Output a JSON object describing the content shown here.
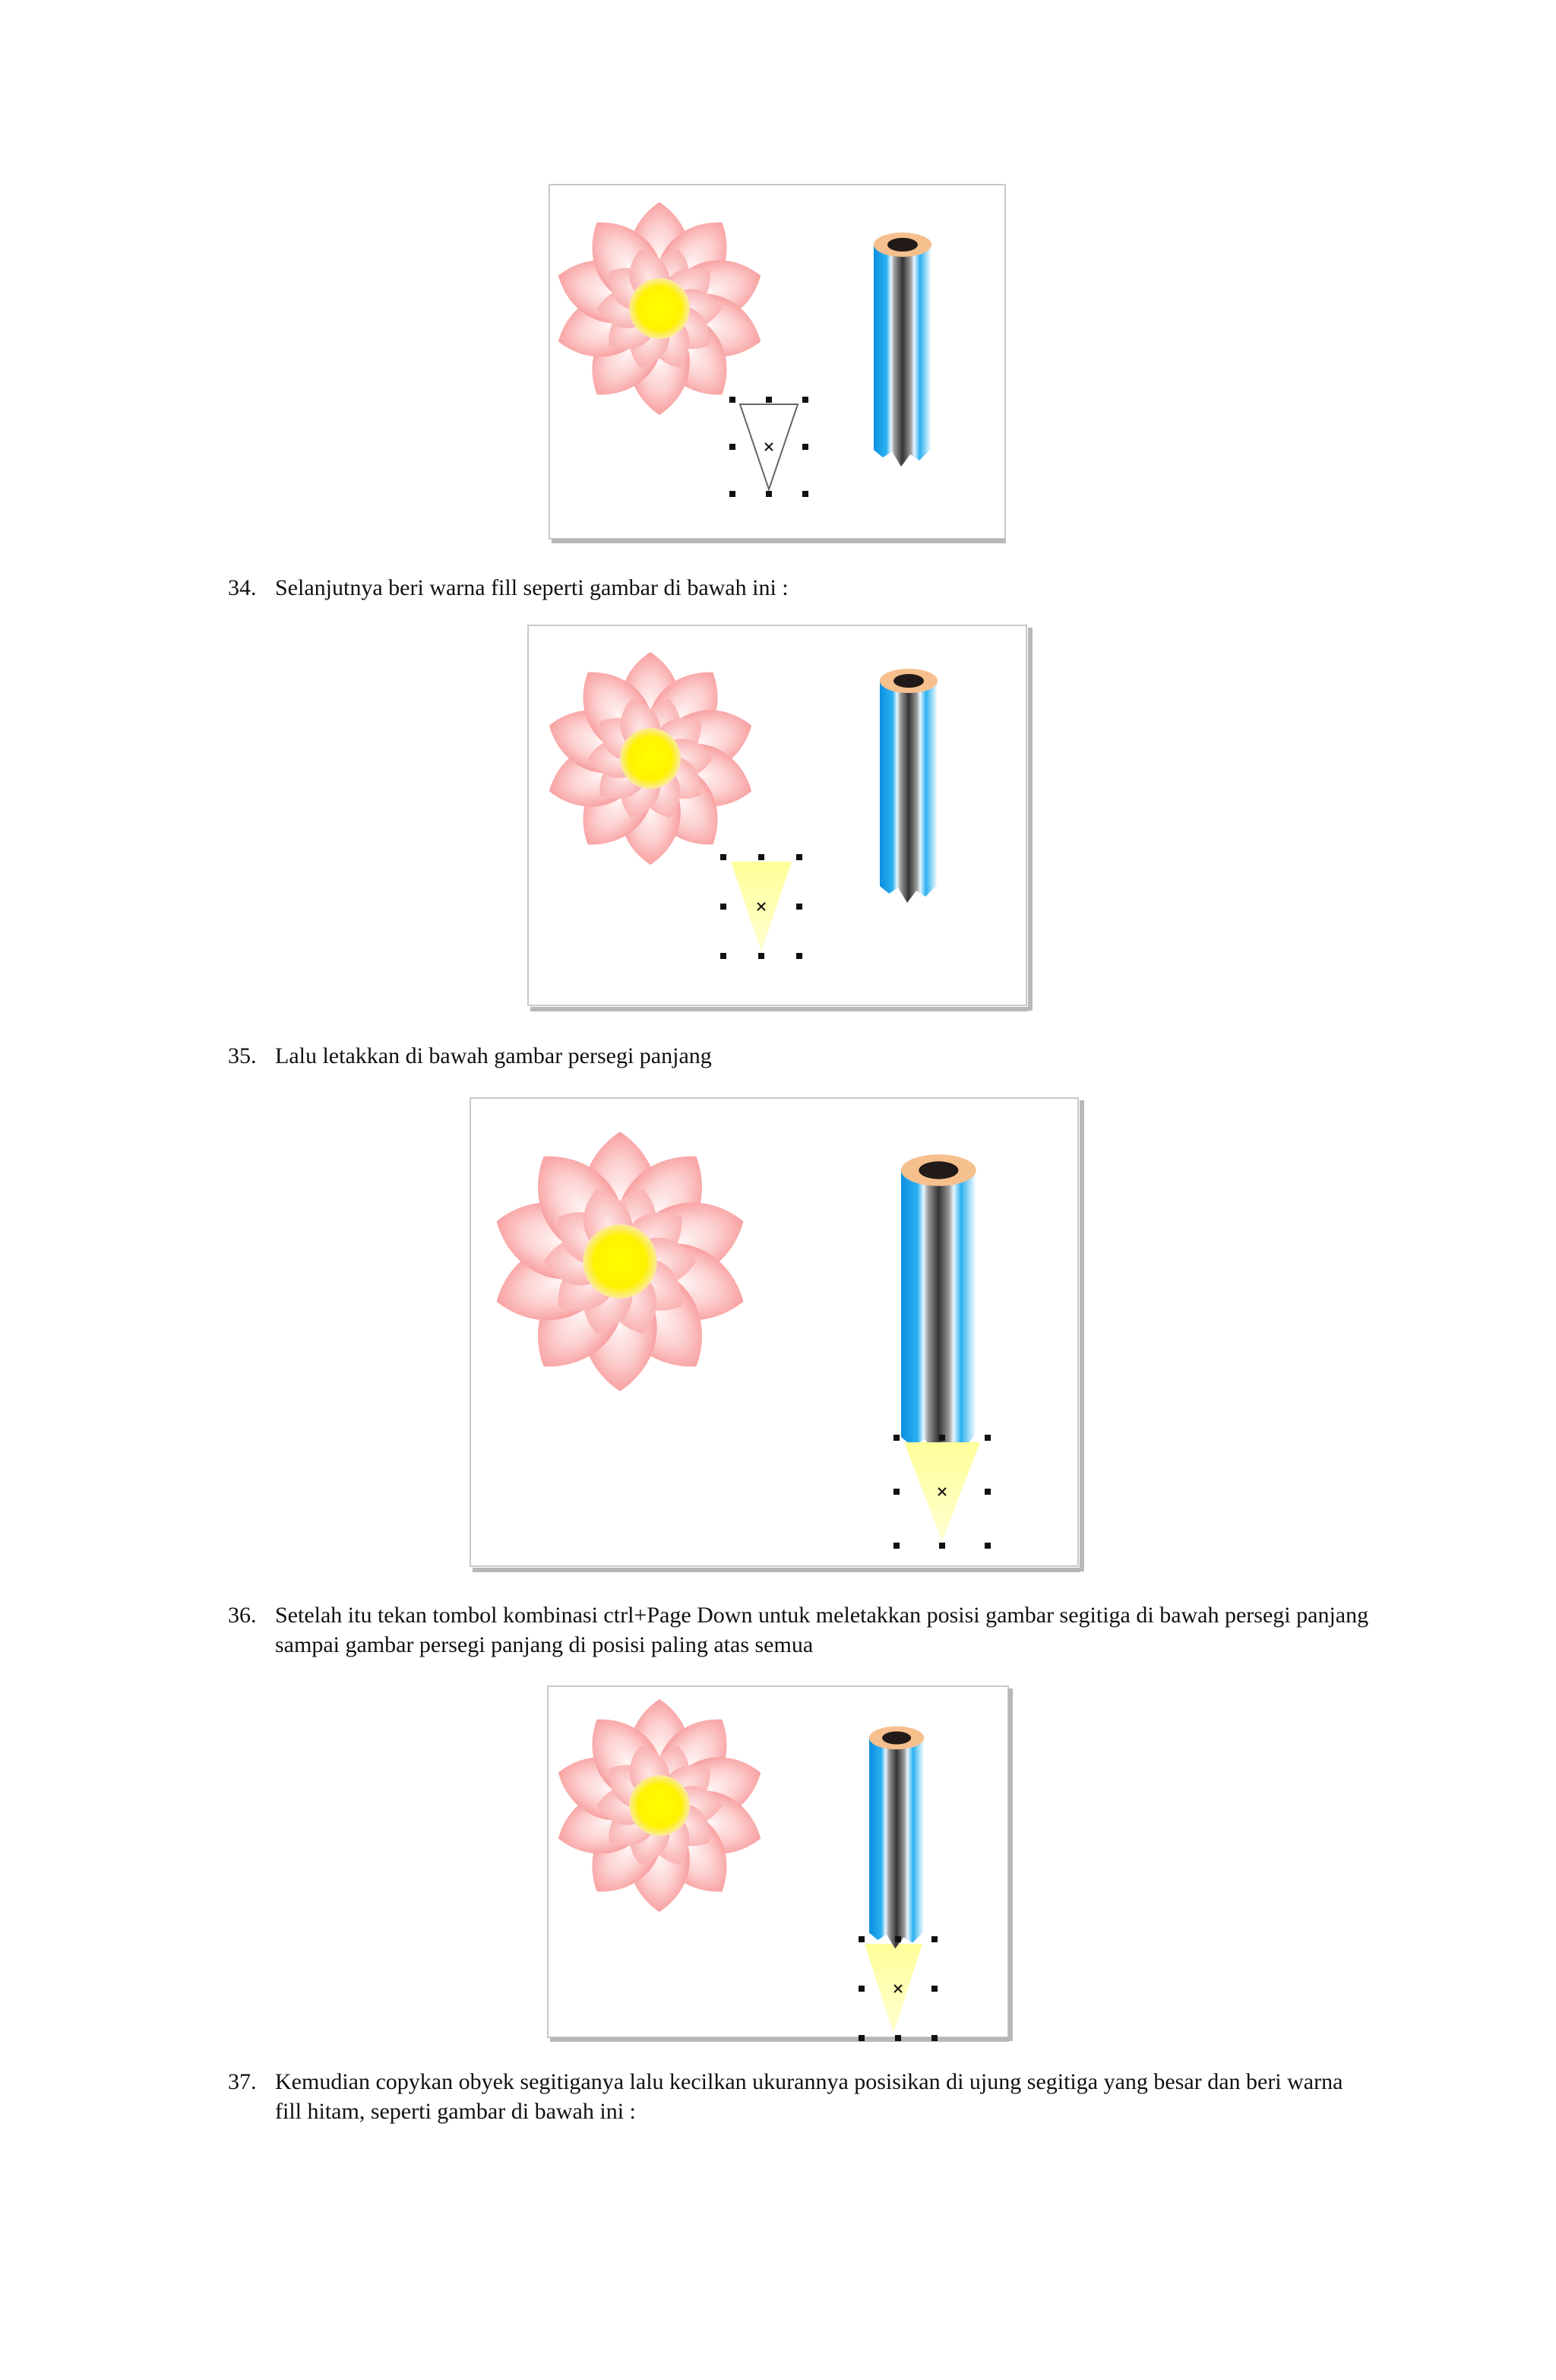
{
  "steps": [
    {
      "number": "34.",
      "text": "Selanjutnya beri warna fill seperti gambar di bawah ini :"
    },
    {
      "number": "35.",
      "text": "Lalu letakkan di bawah gambar persegi panjang"
    },
    {
      "number": "36.",
      "text": "Setelah itu tekan tombol kombinasi ctrl+Page Down untuk meletakkan posisi gambar segitiga di bawah persegi panjang sampai gambar persegi panjang di posisi paling atas semua"
    },
    {
      "number": "37.",
      "text": "Kemudian copykan obyek segitiganya lalu kecilkan ukurannya posisikan di ujung segitiga yang besar dan beri warna fill hitam, seperti gambar di bawah ini :"
    }
  ],
  "colors": {
    "petal_outer": "#f9a3a3",
    "petal_inner": "#fde0e0",
    "flower_center": "#ffff00",
    "pencil_blue": "#1aa3e8",
    "pencil_gray": "#555555",
    "pencil_top": "#f6c79a",
    "pencil_hole": "#222222",
    "tip_fill": "#ffffa8",
    "frame_shadow": "#b8b8b8"
  }
}
